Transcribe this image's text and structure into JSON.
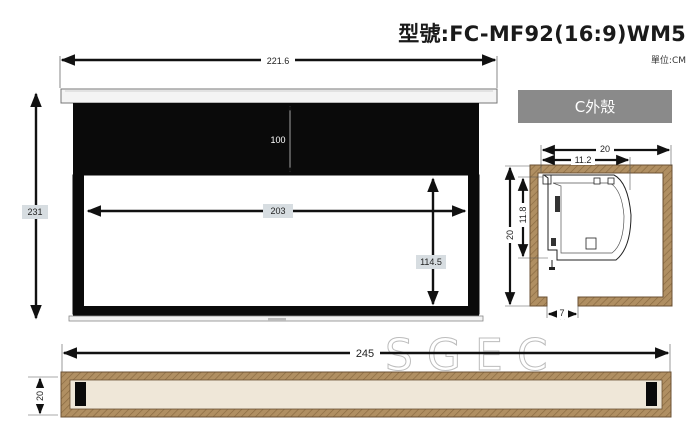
{
  "header": {
    "model": "型號:FC-MF92(16:9)WM5",
    "unit": "單位:CM"
  },
  "case_badge": "C外殼",
  "watermark": "SGEC",
  "front_view": {
    "housing_width": "221.6",
    "total_height": "231",
    "black_drop": "100",
    "screen_width": "203",
    "screen_height": "114.5"
  },
  "side_view": {
    "outer_width": "20",
    "housing_width": "11.2",
    "housing_height": "11.8",
    "outer_height": "20",
    "slot_width": "7"
  },
  "top_view": {
    "recess_length": "245",
    "recess_depth": "20"
  },
  "colors": {
    "wood": "#a8865a",
    "wood_stroke": "#6b5234",
    "screen_black": "#0a0a0a",
    "badge_gray": "#8a8a8a",
    "recess_fill": "#efe7d8"
  }
}
